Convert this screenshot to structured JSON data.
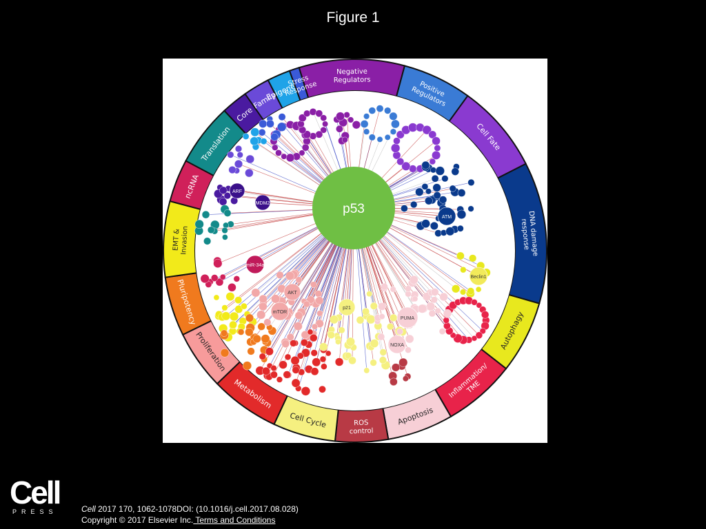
{
  "title": "Figure 1",
  "hub_label": "p53",
  "logo_word": "Cell",
  "logo_sub": "PRESS",
  "citation_journal": "Cell",
  "citation_rest": " 2017 170, 1062-1078DOI: (10.1016/j.cell.2017.08.028)",
  "copyright_text": "Copyright © 2017 Elsevier Inc.",
  "terms_link": " Terms and Conditions",
  "segments": [
    {
      "id": "negative-regulators",
      "lines": [
        "Negative",
        "Regulators"
      ],
      "color": "#8a1fa6"
    },
    {
      "id": "positive-regulators",
      "lines": [
        "Positive",
        "Regulators"
      ],
      "color": "#3a7bd5"
    },
    {
      "id": "cell-fate",
      "lines": [
        "Cell Fate"
      ],
      "color": "#8a3ad0"
    },
    {
      "id": "dna-damage-response",
      "lines": [
        "DNA damage",
        "response"
      ],
      "color": "#0a3a8c"
    },
    {
      "id": "autophagy",
      "lines": [
        "Autophagy"
      ],
      "color": "#e8e81e"
    },
    {
      "id": "inflammation-tme",
      "lines": [
        "Inflammation/",
        "TME"
      ],
      "color": "#e8234a"
    },
    {
      "id": "apoptosis",
      "lines": [
        "Apoptosis"
      ],
      "color": "#f7cfd6"
    },
    {
      "id": "ros-control",
      "lines": [
        "ROS",
        "control"
      ],
      "color": "#b83a45"
    },
    {
      "id": "cell-cycle",
      "lines": [
        "Cell Cycle"
      ],
      "color": "#f5f080"
    },
    {
      "id": "metabolism",
      "lines": [
        "Metabolism"
      ],
      "color": "#e22a2a"
    },
    {
      "id": "proliferation",
      "lines": [
        "Proliferation"
      ],
      "color": "#f79b9b"
    },
    {
      "id": "pluripotency",
      "lines": [
        "Pluripotency"
      ],
      "color": "#f07a1e"
    },
    {
      "id": "emt-invasion",
      "lines": [
        "EMT &",
        "Invasion"
      ],
      "color": "#f2ea1a"
    },
    {
      "id": "ncrna",
      "lines": [
        "ncRNA"
      ],
      "color": "#d0205a"
    },
    {
      "id": "translation",
      "lines": [
        "Translation"
      ],
      "color": "#138a8a"
    },
    {
      "id": "core",
      "lines": [
        "Core"
      ],
      "color": "#4a1aa0"
    },
    {
      "id": "family",
      "lines": [
        "Family"
      ],
      "color": "#6a4ad8"
    },
    {
      "id": "epigenetic",
      "lines": [
        "Epigenetic"
      ],
      "color": "#1fa3e8"
    },
    {
      "id": "stress-response",
      "lines": [
        "Stress",
        "Response"
      ],
      "color": "#3a5ad8"
    }
  ],
  "major_nodes": [
    {
      "label": "ARF",
      "color": "#3a108a"
    },
    {
      "label": "MDM2",
      "color": "#3a108a"
    },
    {
      "label": "ATM",
      "color": "#0a3a8c"
    },
    {
      "label": "Beclin1",
      "color": "#f2ea5a"
    },
    {
      "label": "miR-34a",
      "color": "#c01a5a"
    },
    {
      "label": "AKT",
      "color": "#f2a8a8"
    },
    {
      "label": "mTOR",
      "color": "#f2a8a8"
    },
    {
      "label": "p21",
      "color": "#f5f080"
    },
    {
      "label": "PUMA",
      "color": "#f7cfd6"
    },
    {
      "label": "NOXA",
      "color": "#f7cfd6"
    }
  ]
}
